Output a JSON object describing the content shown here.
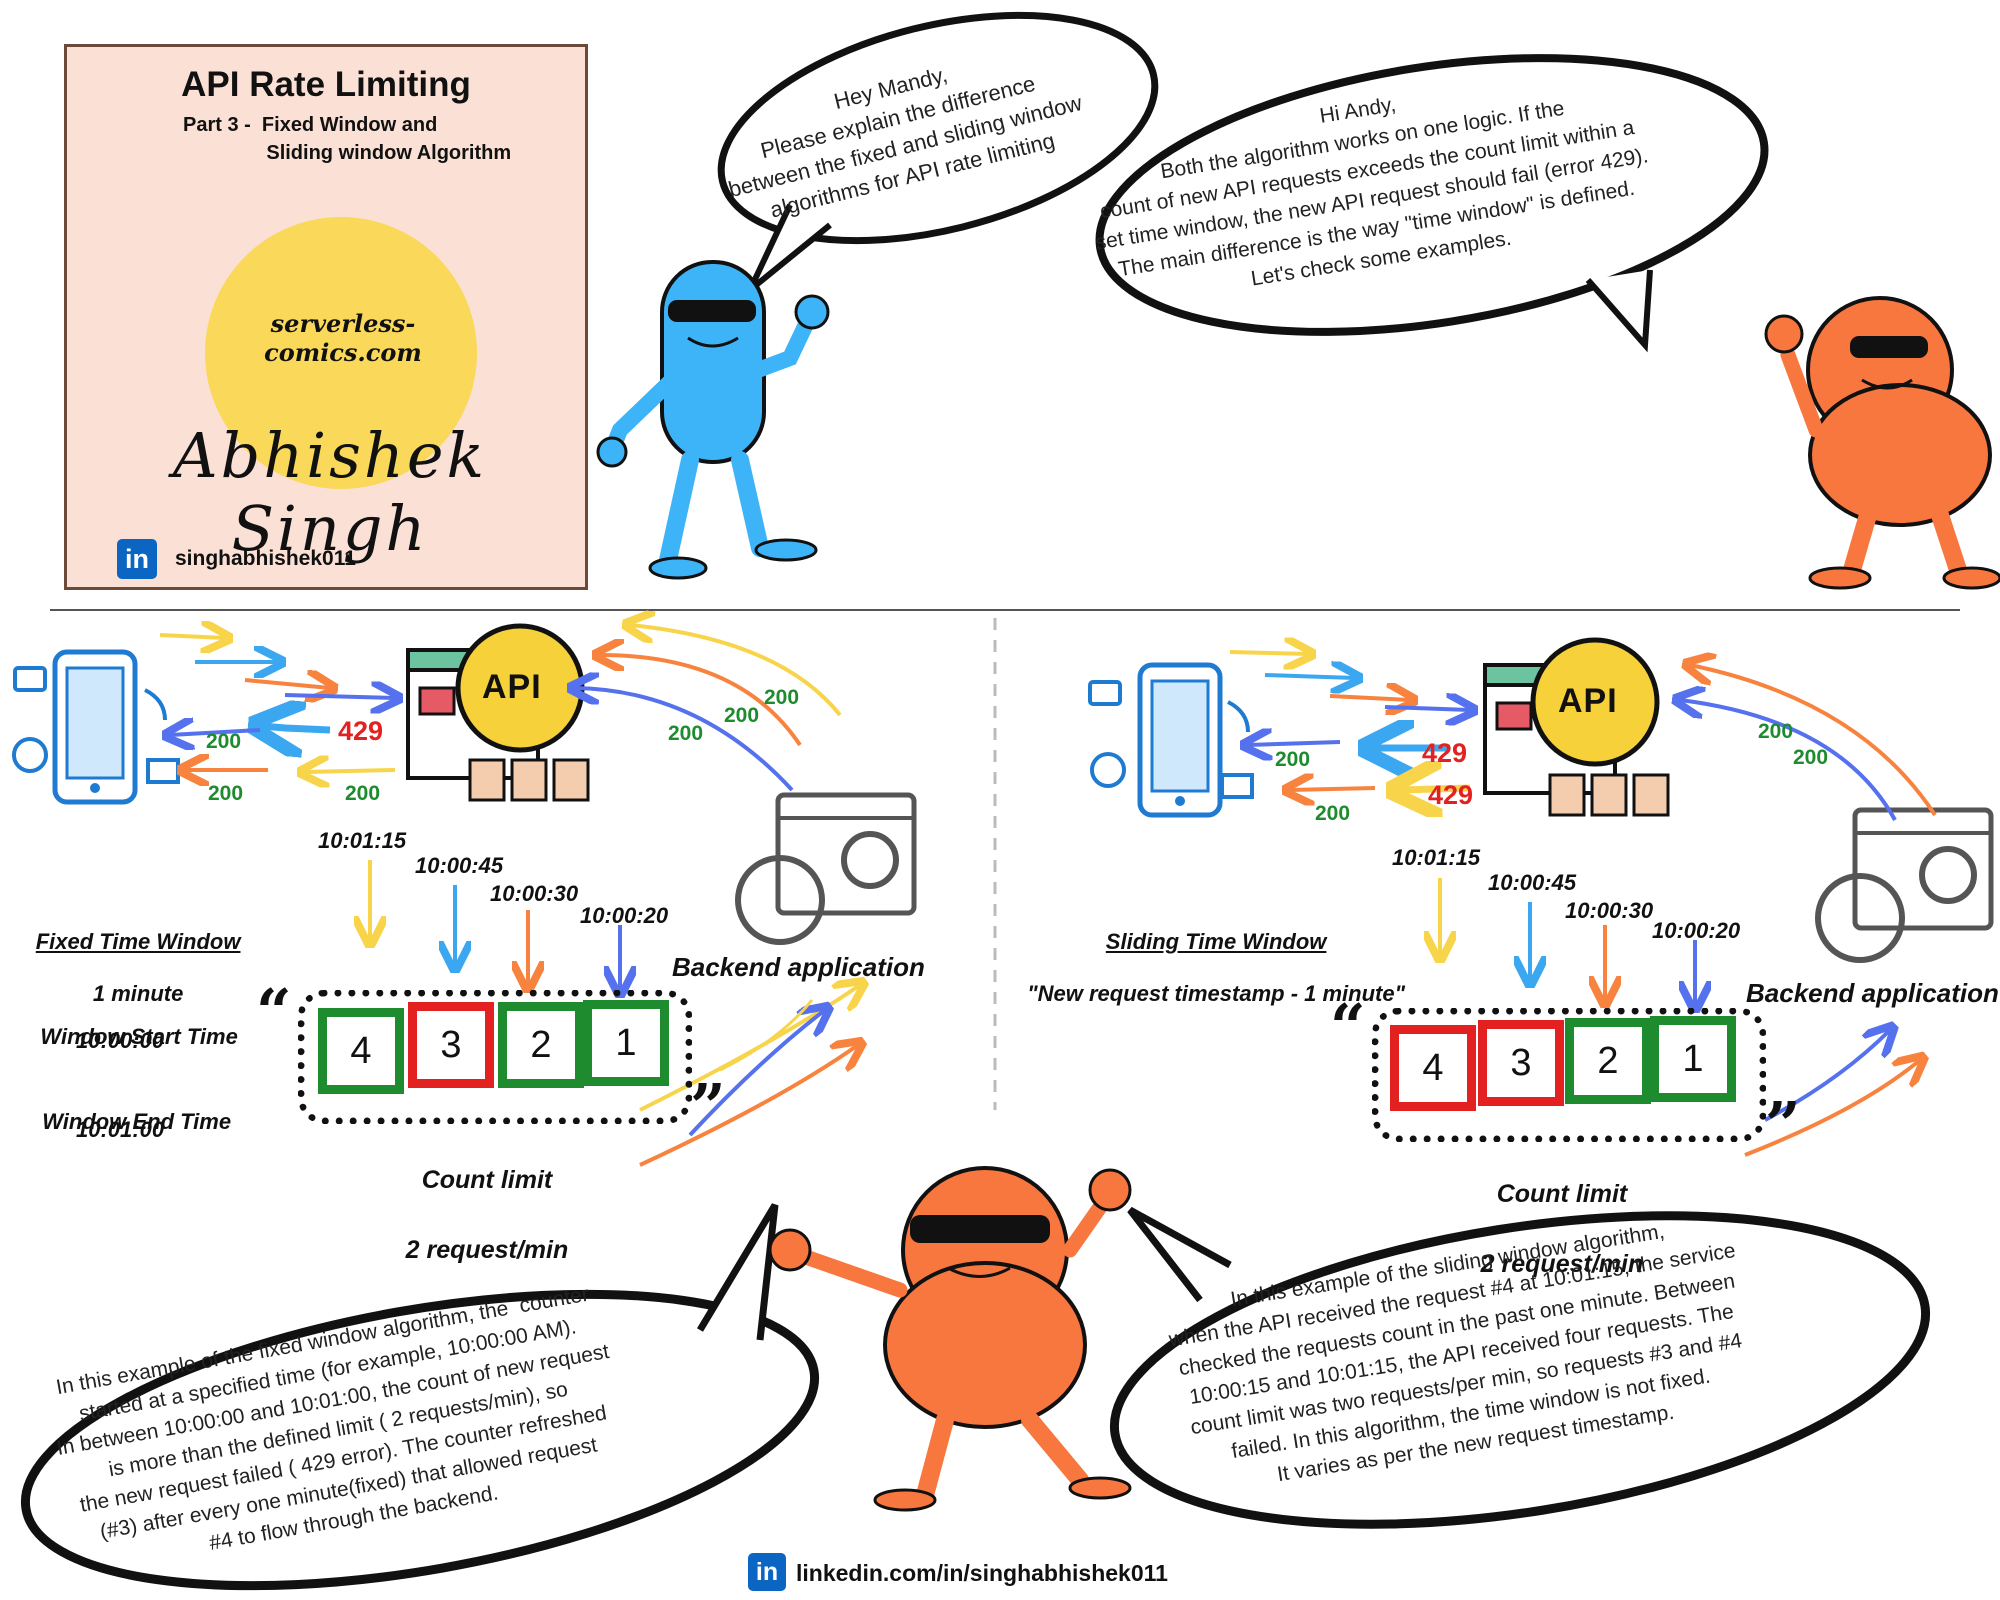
{
  "title_card": {
    "title": "API Rate Limiting",
    "subtitle": "Part 3 -  Fixed Window and\n               Sliding window Algorithm",
    "website": "serverless-comics.com",
    "signature": "Abhishek Singh",
    "linkedin_handle": "singhabhishek011"
  },
  "dialogue": {
    "mandy_question": "Hey Mandy,\nPlease explain the difference\nbetween the fixed and sliding window\nalgorithms for API rate limiting",
    "andy_answer": "Hi Andy,\nBoth the algorithm works on one logic. If the\ncount of new API requests exceeds the count limit within a\nset time window, the new API request should fail (error 429).\nThe main difference is the way \"time window\" is defined.\nLet's check some examples."
  },
  "fixed_window": {
    "heading": "Fixed Time Window",
    "duration": "1 minute",
    "start_label": "Window Start Time",
    "start_time": "10:00:00",
    "end_label": "Window End Time",
    "end_time": "10:01:00",
    "timestamps": [
      "10:01:15",
      "10:00:45",
      "10:00:30",
      "10:00:20"
    ],
    "requests": [
      {
        "number": "4",
        "status": "ok"
      },
      {
        "number": "3",
        "status": "failed"
      },
      {
        "number": "2",
        "status": "ok"
      },
      {
        "number": "1",
        "status": "ok"
      }
    ],
    "count_limit_label": "Count limit",
    "count_limit_value": "2 request/min",
    "backend_label": "Backend application",
    "response_codes": {
      "r1": "200",
      "r2": "200",
      "r3": "429",
      "r4": "200",
      "b1": "200",
      "b2": "200",
      "b3": "200"
    },
    "api_label": "API"
  },
  "sliding_window": {
    "heading": "Sliding Time Window",
    "definition": "\"New request timestamp - 1 minute\"",
    "timestamps": [
      "10:01:15",
      "10:00:45",
      "10:00:30",
      "10:00:20"
    ],
    "requests": [
      {
        "number": "4",
        "status": "failed"
      },
      {
        "number": "3",
        "status": "failed"
      },
      {
        "number": "2",
        "status": "ok"
      },
      {
        "number": "1",
        "status": "ok"
      }
    ],
    "count_limit_label": "Count limit",
    "count_limit_value": "2 request/min",
    "backend_label": "Backend application",
    "response_codes": {
      "r1": "200",
      "r2": "200",
      "r3": "429",
      "r4": "429",
      "b1": "200",
      "b2": "200"
    },
    "api_label": "API"
  },
  "explanations": {
    "fixed": "In this example of the fixed window algorithm, the  counter\nstarted at a specified time (for example, 10:00:00 AM).\nIn between 10:00:00 and 10:01:00, the count of new request\nis more than the defined limit ( 2 requests/min), so\nthe new request failed ( 429 error). The counter refreshed\n(#3) after every one minute(fixed) that allowed request\n#4 to flow through the backend.",
    "sliding": "In this example of the sliding window algorithm,\nwhen the API received the request #4 at 10:01:15, the service\nchecked the requests count in the past one minute. Between\n10:00:15 and 10:01:15, the API received four requests. The\ncount limit was two requests/per min, so requests #3 and #4\nfailed. In this algorithm, the time window is not fixed.\nIt varies as per the new request timestamp."
  },
  "footer": {
    "linkedin_url": "linkedin.com/in/singhabhishek011"
  },
  "colors": {
    "ok": "#1e8b2e",
    "failed": "#e32121",
    "mandy": "#3db4f7",
    "andy": "#f7773f",
    "card": "#fbe1d5",
    "sun": "#f9d85a",
    "arrow_yellow": "#f8d44a",
    "arrow_blue": "#5571ee",
    "arrow_orange": "#f7833f",
    "arrow_sky": "#3ba7f0"
  },
  "icons": [
    "mobile-app-icon",
    "api-gear-icon",
    "backend-gear-icon",
    "linkedin-icon",
    "sunglasses-icon"
  ]
}
